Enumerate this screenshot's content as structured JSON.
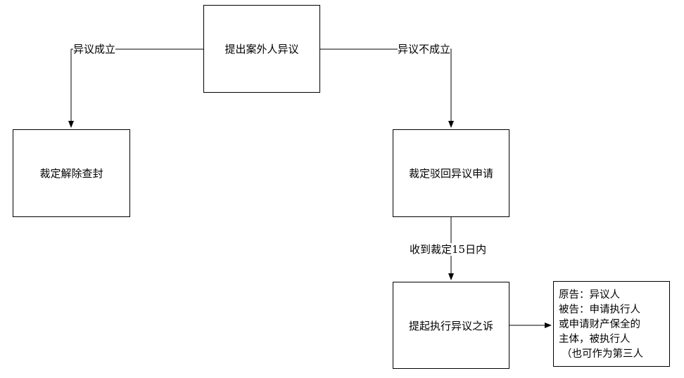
{
  "nodes": {
    "objection": "提出案外人异议",
    "lift_seal": "裁定解除查封",
    "reject": "裁定驳回异议申请",
    "lawsuit": "提起执行异议之诉"
  },
  "edges": {
    "established": "异议成立",
    "not_established": "异议不成立",
    "within_15_days": "收到裁定15日内"
  },
  "note": {
    "lines": [
      "原告：异议人",
      "被告：申请执行人",
      "或申请财产保全的",
      "主体，被执行人",
      "（也可作为第三人"
    ]
  }
}
